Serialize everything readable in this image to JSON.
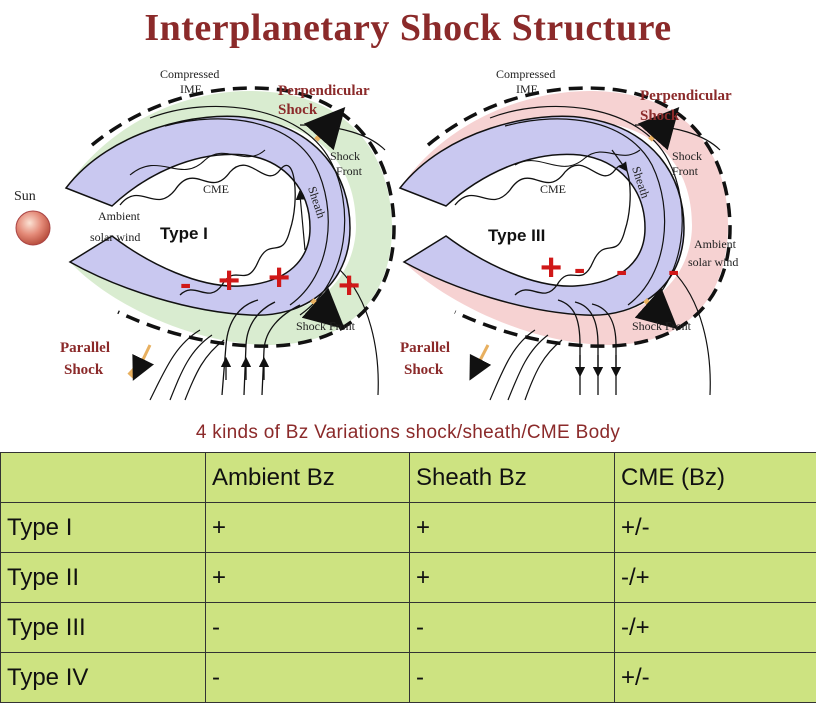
{
  "title": "Interplanetary Shock Structure",
  "left_panel": {
    "sun_label": "Sun",
    "compressed_label_1": "Compressed",
    "compressed_label_2": "IMF",
    "perp_label_1": "Perpendicular",
    "perp_label_2": "Shock",
    "shock_front_top_1": "Shock",
    "shock_front_top_2": "Front",
    "cme_label": "CME",
    "sheath_label": "Sheath",
    "ambient_label_1": "Ambient",
    "ambient_label_2": "solar wind",
    "type_label": "Type I",
    "shock_front_bottom": "Shock Front",
    "parallel_label_1": "Parallel",
    "parallel_label_2": "Shock",
    "signs": [
      "-",
      "+",
      "+",
      "+"
    ]
  },
  "right_panel": {
    "compressed_label_1": "Compressed",
    "compressed_label_2": "IMF",
    "perp_label_1": "Perpendicular",
    "perp_label_2": "Shock",
    "shock_front_top_1": "Shock",
    "shock_front_top_2": "Front",
    "cme_label": "CME",
    "sheath_label": "Sheath",
    "ambient_label_1": "Ambient",
    "ambient_label_2": "solar wind",
    "type_label": "Type III",
    "shock_front_bottom": "Shock Front",
    "parallel_label_1": "Parallel",
    "parallel_label_2": "Shock",
    "signs": [
      "+",
      "-",
      "-",
      "-"
    ]
  },
  "caption": "4 kinds of Bz Variations shock/sheath/CME Body",
  "table": {
    "headers": [
      "",
      "Ambient Bz",
      "Sheath Bz",
      "CME (Bz)"
    ],
    "rows": [
      [
        "Type I",
        "+",
        "+",
        "+/-"
      ],
      [
        "Type II",
        "+",
        "+",
        "-/+"
      ],
      [
        "Type III",
        "-",
        "-",
        "-/+"
      ],
      [
        "Type IV",
        "-",
        "-",
        "+/-"
      ]
    ]
  },
  "colors": {
    "title": "#8b2a2a",
    "sheath_left": "#d9ecd0",
    "sheath_right": "#f6d2d2",
    "cme_body": "#c9c8f0",
    "table_bg": "#cde381",
    "sign_red": "#d01818"
  }
}
